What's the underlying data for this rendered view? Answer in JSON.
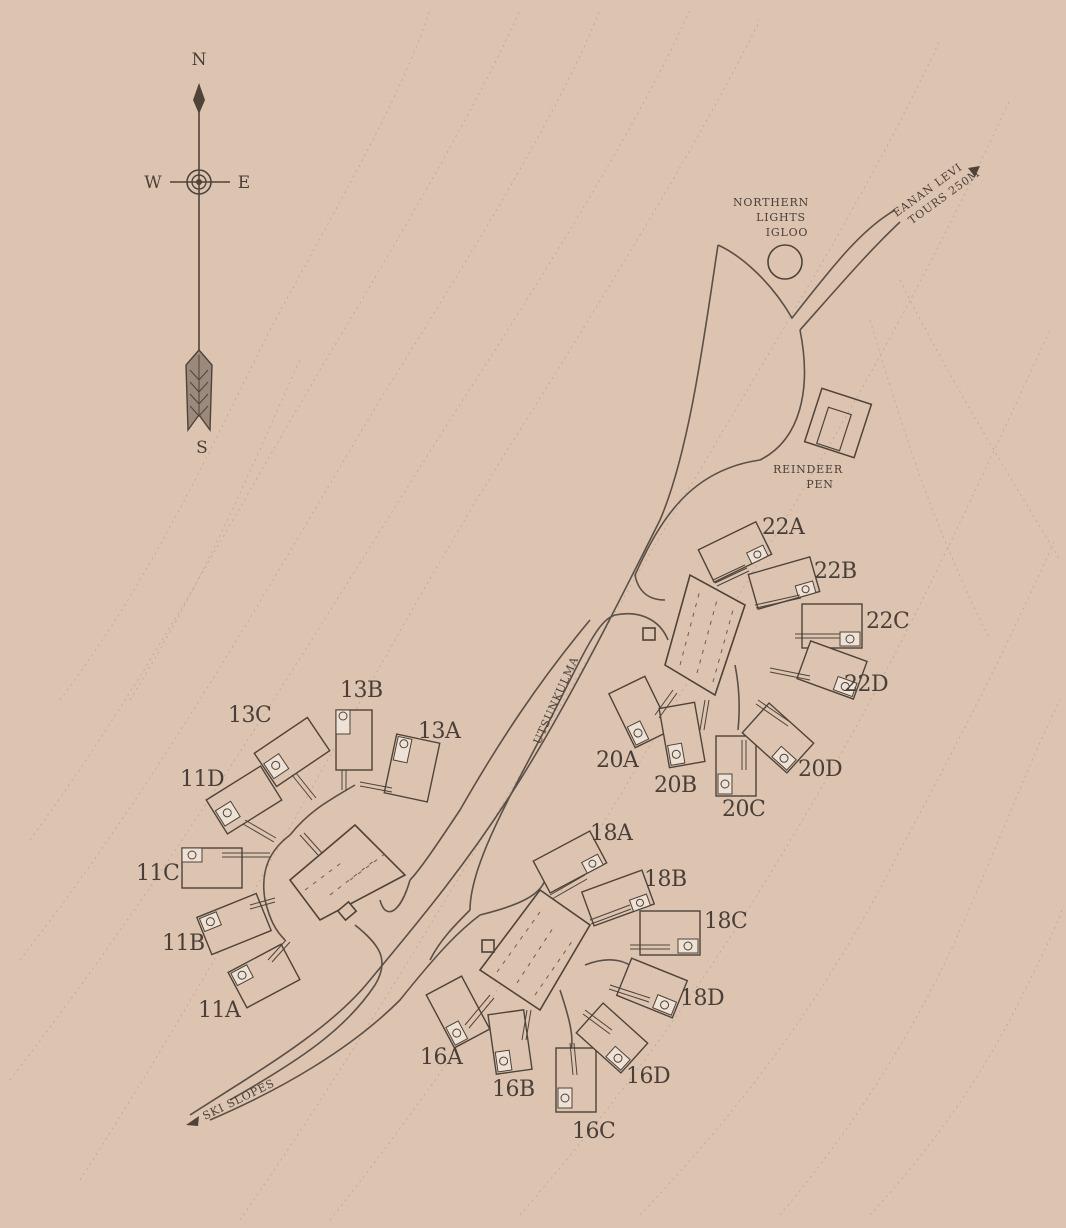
{
  "compass": {
    "north": "N",
    "south": "S",
    "east": "E",
    "west": "W"
  },
  "landmarks": {
    "igloo": [
      "NORTHERN",
      "LIGHTS",
      "IGLOO"
    ],
    "reindeer_pen": [
      "REINDEER",
      "PEN"
    ],
    "tours": [
      "EANAN LEVI",
      "TOURS 250M"
    ],
    "ski_slopes": "SKI SLOPES",
    "road_name": "UTSUNKULMA"
  },
  "cabins": {
    "c22A": "22A",
    "c22B": "22B",
    "c22C": "22C",
    "c22D": "22D",
    "c20A": "20A",
    "c20B": "20B",
    "c20C": "20C",
    "c20D": "20D",
    "c18A": "18A",
    "c18B": "18B",
    "c18C": "18C",
    "c18D": "18D",
    "c16A": "16A",
    "c16B": "16B",
    "c16C": "16C",
    "c16D": "16D",
    "c13A": "13A",
    "c13B": "13B",
    "c13C": "13C",
    "c11A": "11A",
    "c11B": "11B",
    "c11C": "11C",
    "c11D": "11D"
  },
  "colors": {
    "paper": "#dcc4b1",
    "ink": "#4f4339",
    "contour": "#b7a192"
  },
  "icons": {
    "compass": "compass-rose-icon",
    "arrow": "direction-arrow-icon"
  }
}
